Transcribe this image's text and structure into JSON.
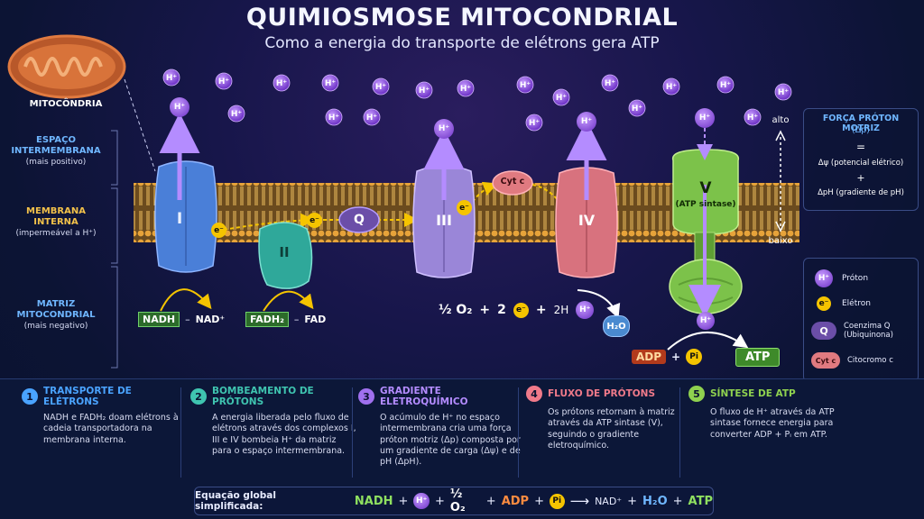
{
  "title": "QUIMIOSMOSE MITOCONDRIAL",
  "subtitle": "Como a energia do transporte de elétrons gera ATP",
  "mitochondria_label": "MITOCÔNDRIA",
  "regions": {
    "intermembrane": {
      "title_1": "ESPAÇO",
      "title_2": "INTERMEMBRANA",
      "sub": "(mais positivo)"
    },
    "membrane": {
      "title_1": "MEMBRANA",
      "title_2": "INTERNA",
      "sub": "(impermeável a H⁺)"
    },
    "matrix": {
      "title_1": "MATRIZ",
      "title_2": "MITOCONDRIAL",
      "sub": "(mais negativo)"
    }
  },
  "complexes": {
    "I": "I",
    "II": "II",
    "III": "III",
    "IV": "IV",
    "V": "V",
    "V_sub": "(ATP sintase)",
    "cytc": "Cyt c",
    "Q": "Q"
  },
  "chips": {
    "proton": "H⁺",
    "electron": "e⁻",
    "pi": "Pi"
  },
  "substrates": {
    "nadh": "NADH",
    "nad": "NAD⁺",
    "fadh2": "FADH₂",
    "fad": "FAD",
    "dash": "–"
  },
  "reaction": {
    "half_o2": "½ O₂",
    "plus": "+",
    "two": "2",
    "h2o": "H₂O",
    "adp": "ADP",
    "atp": "ATP",
    "plus2": "+",
    "plus3": "+",
    "h_mult": "2H"
  },
  "gradient": {
    "high": "alto",
    "low": "baixo"
  },
  "pmf": {
    "title_1": "FORÇA PRÓTON MOTRIZ",
    "title_2": "(Δp)",
    "eq": "=",
    "psi": "Δψ (potencial elétrico)",
    "plus": "+",
    "ph": "ΔpH (gradiente de pH)"
  },
  "legend": {
    "proton": "Próton",
    "electron": "Elétron",
    "q_1": "Coenzima Q",
    "q_2": "(Ubiquinona)",
    "cytc": "Citocromo c"
  },
  "steps": [
    {
      "num": "1",
      "title": "TRANSPORTE DE ELÉTRONS",
      "text": "NADH e FADH₂ doam elétrons à cadeia transportadora na membrana interna.",
      "color": "#4aa3ff"
    },
    {
      "num": "2",
      "title": "BOMBEAMENTO DE PRÓTONS",
      "text": "A energia liberada pelo fluxo de elétrons através dos complexos I, III e IV bombeia H⁺ da matriz para o espaço intermembrana.",
      "color": "#3fc4b0"
    },
    {
      "num": "3",
      "title": "GRADIENTE ELETROQUÍMICO",
      "text": "O acúmulo de H⁺ no espaço intermembrana cria uma força próton motriz (Δp) composta por um gradiente de carga (Δψ) e de pH (ΔpH).",
      "color": "#a070ee"
    },
    {
      "num": "4",
      "title": "FLUXO DE PRÓTONS",
      "text": "Os prótons retornam à matriz através da ATP sintase (V), seguindo o gradiente eletroquímico.",
      "color": "#f07a8a"
    },
    {
      "num": "5",
      "title": "SÍNTESE DE ATP",
      "text": "O fluxo de H⁺ através da ATP sintase fornece energia para converter ADP + Pᵢ em ATP.",
      "color": "#8fd14f"
    }
  ],
  "equation": {
    "label": "Equação global simplificada:",
    "nadh": "NADH",
    "plus": "+",
    "h": "H⁺",
    "half_o2": "½ O₂",
    "adp": "ADP",
    "pi": "Pi",
    "arrow": "⟶",
    "nad": "NAD⁺",
    "h2o": "H₂O",
    "atp": "ATP"
  }
}
